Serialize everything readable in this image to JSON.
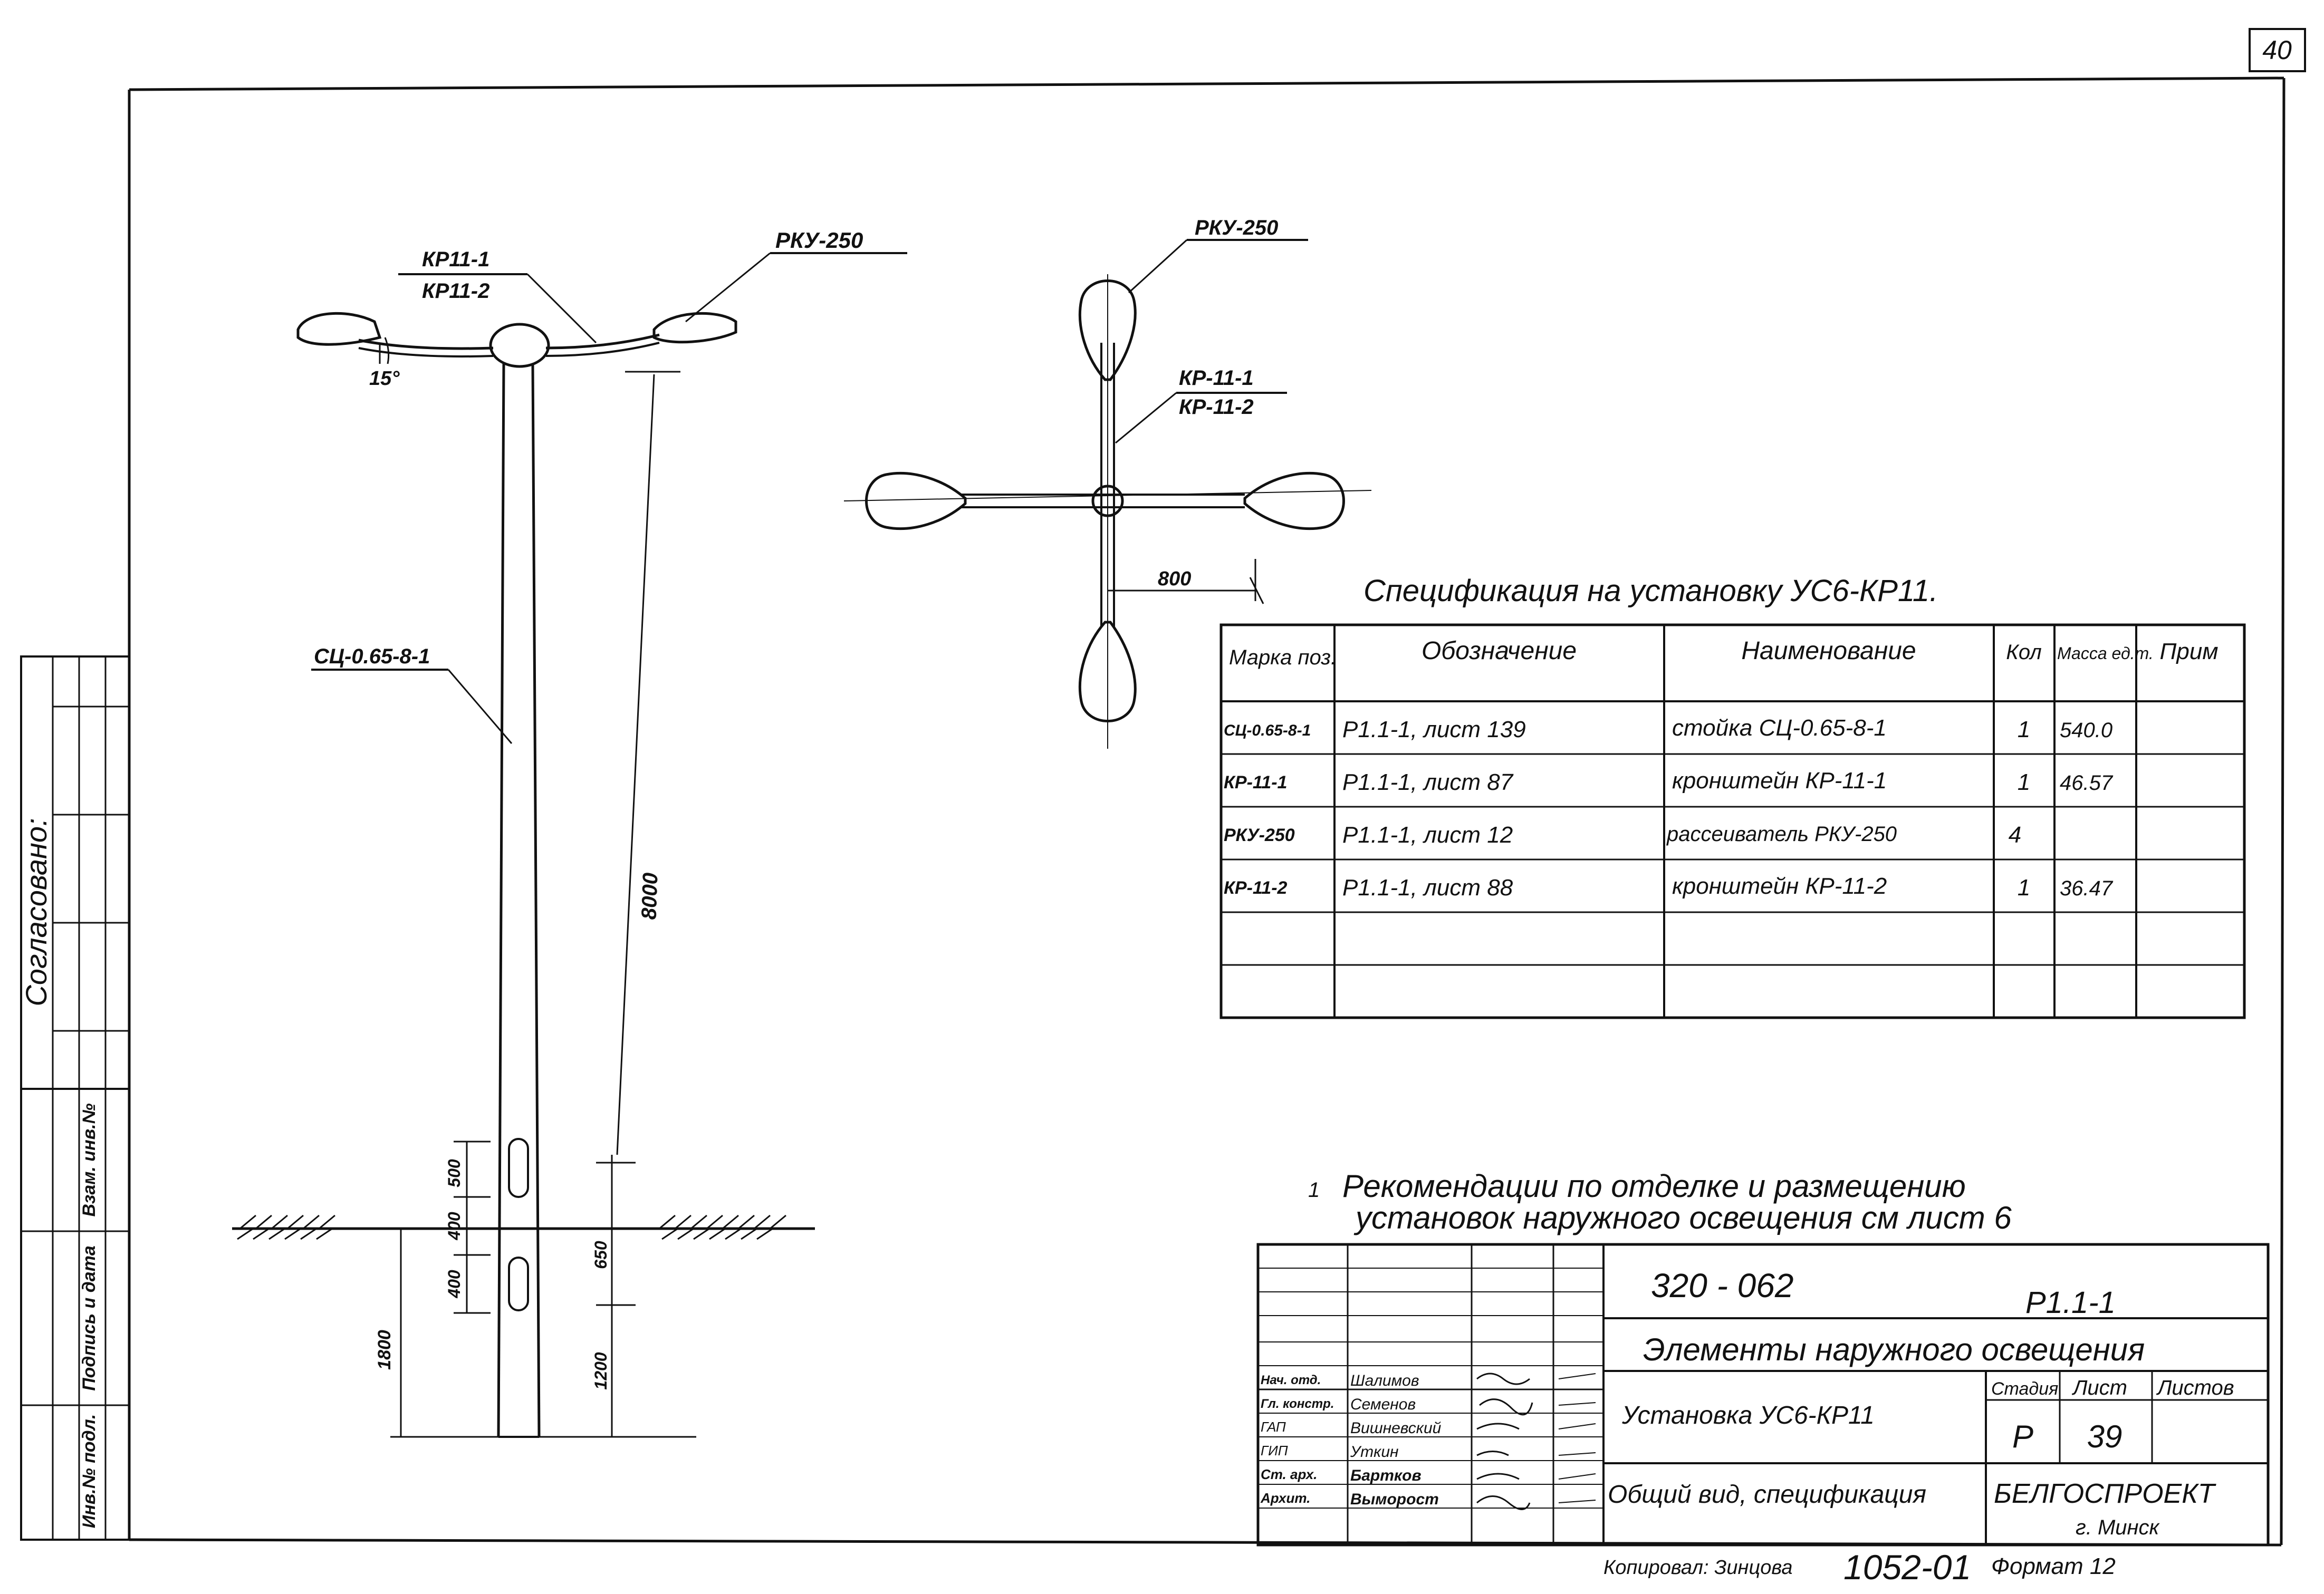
{
  "sheet": {
    "page_number": "40",
    "approval_stamp": "Согласовано:",
    "side_labels": [
      "Инв.№ подл.",
      "Подпись и дата",
      "Взам. инв.№"
    ]
  },
  "callouts": {
    "pky_left": "РКУ-250",
    "bracket_left_1": "КР11-1",
    "bracket_left_2": "КР11-2",
    "angle": "15°",
    "pole": "СЦ-0.65-8-1",
    "height": "8000",
    "dim_500": "500",
    "dim_400a": "400",
    "dim_400b": "400",
    "dim_650": "650",
    "dim_1200": "1200",
    "dim_1800": "1800",
    "pky_plan": "РКУ-250",
    "bracket_plan_1": "КР-11-1",
    "bracket_plan_2": "КР-11-2",
    "plan_dim": "800"
  },
  "spec": {
    "title": "Спецификация  на  установку  УС6-КР11.",
    "headers": [
      "Марка поз.",
      "Обозначение",
      "Наименование",
      "Кол",
      "Масса ед.т.",
      "Прим"
    ],
    "rows": [
      [
        "СЦ-0.65-8-1",
        "Р1.1-1, лист 139",
        "стойка   СЦ-0.65-8-1",
        "1",
        "540.0",
        ""
      ],
      [
        "КР-11-1",
        "Р1.1-1, лист 87",
        "кронштейн  КР-11-1",
        "1",
        "46.57",
        ""
      ],
      [
        "РКУ-250",
        "Р1.1-1, лист 12",
        "рассеиватель РКУ-250",
        "4",
        "",
        ""
      ],
      [
        "КР-11-2",
        "Р1.1-1, лист 88",
        "кронштейн  КР-11-2",
        "1",
        "36.47",
        ""
      ],
      [
        "",
        "",
        "",
        "",
        "",
        ""
      ],
      [
        "",
        "",
        "",
        "",
        "",
        ""
      ]
    ]
  },
  "note": {
    "number": "1",
    "line1": "Рекомендации  по  отделке  и  размещению",
    "line2": "установок  наружного  освещения  см  лист 6"
  },
  "title_block": {
    "doc_code": "320 - 062",
    "series": "Р1.1-1",
    "project": "Элементы  наружного  освещения",
    "drawing_name": "Установка УС6-КР11",
    "sheet_type": "Общий вид, спецификация",
    "stage_label": "Стадия",
    "sheet_label": "Лист",
    "sheets_label": "Листов",
    "stage": "Р",
    "sheet": "39",
    "org": "БЕЛГОСПРОЕКТ",
    "city": "г. Минск",
    "copied_by": "Копировал: Зинцова",
    "inventory": "1052-01",
    "format": "Формат 12",
    "signatures": [
      {
        "role": "Нач. отд.",
        "name": "Шалимов"
      },
      {
        "role": "Гл. констр.",
        "name": "Семенов"
      },
      {
        "role": "ГАП",
        "name": "Вишневский"
      },
      {
        "role": "ГИП",
        "name": "Уткин"
      },
      {
        "role": "Ст. арх.",
        "name": "Бартков"
      },
      {
        "role": "Архит.",
        "name": "Выморост"
      }
    ]
  }
}
